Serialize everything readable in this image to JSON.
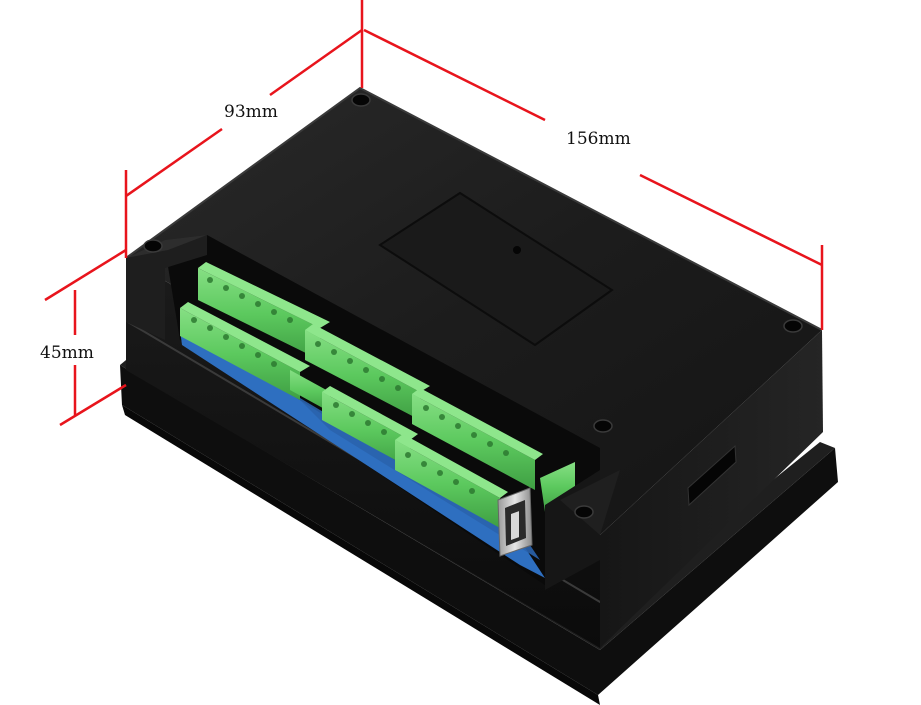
{
  "dimensions": {
    "width_label": "93mm",
    "length_label": "156mm",
    "height_label": "45mm"
  },
  "colors": {
    "dimension_line": "#e8141c",
    "housing_dark": "#151515",
    "housing_mid": "#232323",
    "terminal_green": "#5cc95e",
    "pcb_blue": "#2e6fc0"
  },
  "icons": {
    "usb_port": "usb-a-port-icon",
    "screw_hole": "screw-hole-icon"
  }
}
